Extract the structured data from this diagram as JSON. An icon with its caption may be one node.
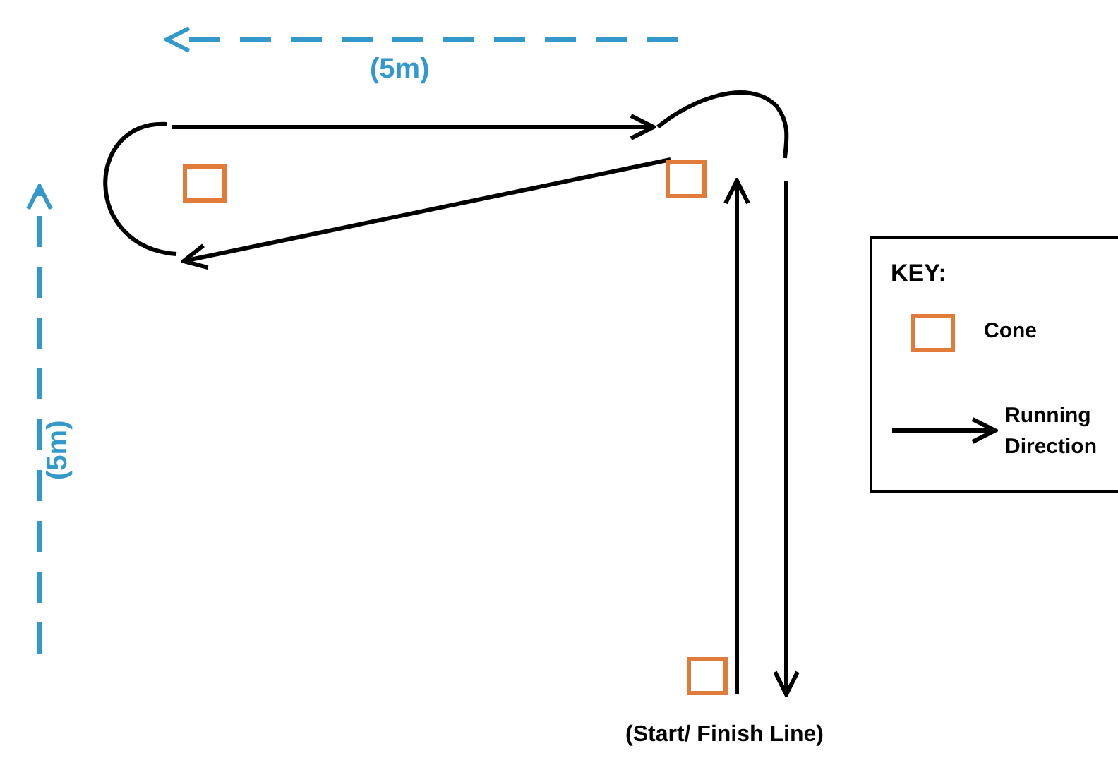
{
  "diagram": {
    "labels": [
      "(5m)",
      "(5m)",
      "(Start/ Finish Line)",
      "KEY:"
    ],
    "legend": [
      {
        "text": "Cone"
      },
      {
        "text": "Running Direction"
      }
    ]
  }
}
